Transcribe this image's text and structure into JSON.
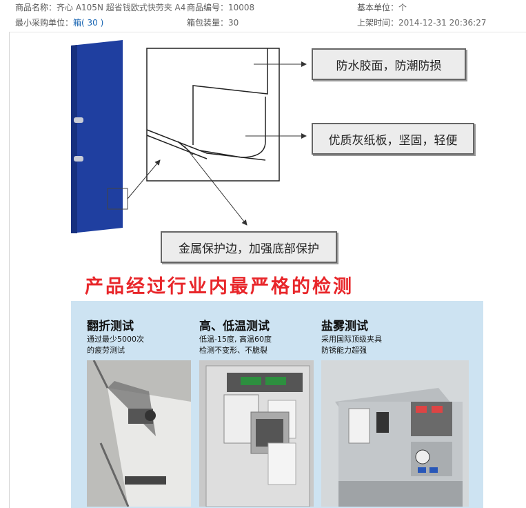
{
  "info": {
    "name_label": "商品名称：",
    "name_value": "齐心 A105N 超省钱欧式快劳夹 A4",
    "code_label": "商品编号：",
    "code_value": "10008",
    "unit_label": "基本单位：",
    "unit_value": "个",
    "min_label": "最小采购单位：",
    "min_value": "箱",
    "min_qty": "( 30 )",
    "pack_label": "箱包装量：",
    "pack_value": "30",
    "date_label": "上架时间：",
    "date_value": "2014-12-31 20:36:27"
  },
  "diagram": {
    "callout_top": "防水胶面，防潮防损",
    "callout_mid": "优质灰纸板，坚固，轻便",
    "callout_bottom": "金属保护边，加强底部保护"
  },
  "testing": {
    "title": "产品经过行业内最严格的检测",
    "tests": [
      {
        "title": "翻折测试",
        "line1": "通过最少5000次",
        "line2": "的疲劳测试"
      },
      {
        "title": "高、低温测试",
        "line1": "低温-15度, 高温60度",
        "line2": "检测不变形、不脆裂"
      },
      {
        "title": "盐雾测试",
        "line1": "采用国际顶级夹具",
        "line2": "防锈能力超强"
      }
    ]
  },
  "colors": {
    "accent_red": "#e8262a",
    "link_blue": "#1a66b3",
    "binder_blue": "#1f3fa0",
    "panel_blue": "#cde3f2"
  }
}
